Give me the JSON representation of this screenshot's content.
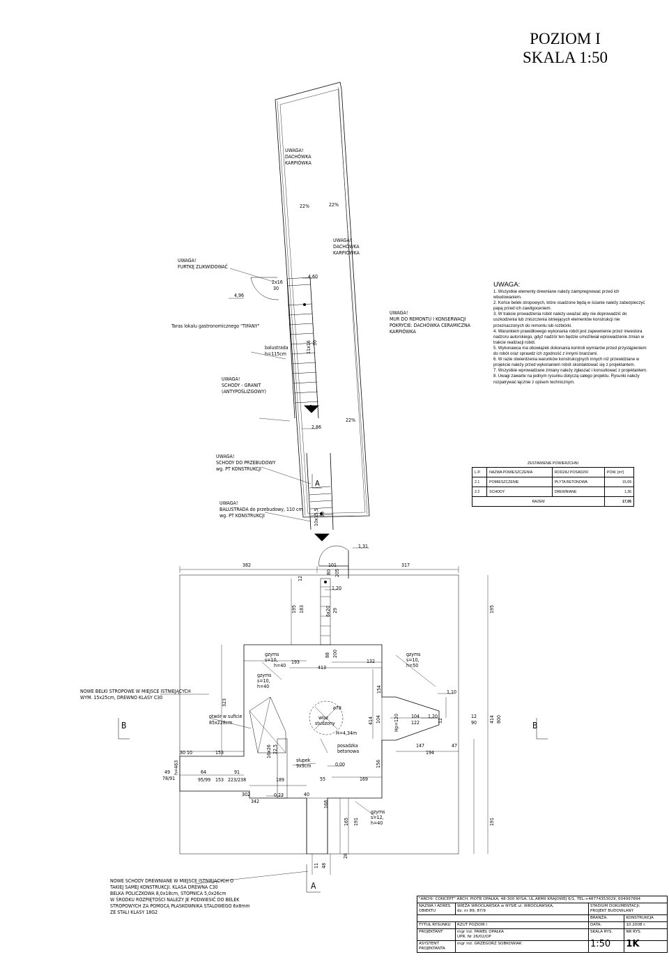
{
  "title": {
    "line1": "POZIOM I",
    "line2": "SKALA 1:50"
  },
  "notes": {
    "heading": "UWAGA:",
    "items": [
      "1. Wszystkie elementy drewniane należy zaimpregnować przed ich wbudowaniem.",
      "2. Końce belek stropowych, które osadzone będą w ścianie należy zabezpieczyć papą przed ich zawilgoceniem.",
      "3. W trakcie prowadzenia robót należy uważać aby nie doprowadzić do uszkodzenia lub zniszczenia istniejących elementów konstrukcji nie przeznaczonych do remontu lub rozbiórki.",
      "4. Warunkiem prawidłowego wykonania robót jest zapewnienie przez inwestora nadzoru autorskiego, gdyż nadzór ten będzie umożliwiał wprowadzenie zmian w trakcie realizacji robót.",
      "5. Wykonawca ma obowiązek dokonania kontroli wymiarów przed przystąpieniem do robót oraz sprawdz ich zgodność z innymi branżami.",
      "6. W razie stwierdzenia warunków konstrukcyjnych innych niż przewidziane w projekcie należy przed wykonaniem robót skontaktować się z projektantem.",
      "7. Wszystkie wprowadzane zmiany należy zgłaszać i konsultować z projektantem.",
      "8. Uwagi zawarte na jednym rysunku dotyczą całego projektu. Rysunki należy rozpatrywać łącznie z opisem technicznym."
    ]
  },
  "areas": {
    "caption": "ZESTAWIENIE POWIERZCHNI",
    "headers": [
      "L.P.",
      "NAZWA POMIESZCZENIA",
      "RODZAJ POSADZKI",
      "POW. [m²]"
    ],
    "rows": [
      [
        "2.1",
        "POMIESZCZENIE",
        "PŁYTA BETONOWA",
        "15,69"
      ],
      [
        "2.2",
        "SCHODY",
        "DREWNIANE",
        "1,36"
      ]
    ],
    "total_label": "RAZEM",
    "total_value": "17,05"
  },
  "labels": {
    "uwaga": "UWAGA!",
    "dach1": "DACHÓWKA",
    "dach2": "KARPIÓWKA",
    "pct22": "22%",
    "furtka": "FURTKĘ ZLIKWIDOWAĆ",
    "lvl496": "4,96",
    "lvl460": "4,60",
    "lvl286": "2,86",
    "lvl131": "1,31",
    "lvl120": "1,20",
    "lvl110": "1,10",
    "lvl120b": "1,20",
    "lvl000": "0,00",
    "lvl023": "0,23",
    "stair_a1": "2x16",
    "stair_a2": "30",
    "stair_b1": "11x16",
    "stair_b2": "30",
    "stair_c1": "10x15,5",
    "stair_c2": "30",
    "stair_d1": "6x20",
    "stair_d2": "29",
    "taras": "Taras lokalu gastronomicznego \"TIFANY\"",
    "balustrada1": "balustrada",
    "balustrada2": "h=115cm",
    "schody_granit1": "SCHODY - GRANIT",
    "schody_granit2": "(ANTYPOŚLIZGOWY)",
    "mur1": "MUR DO REMONTU I KONSERWACJI",
    "mur2": "POKRYCIE: DACHÓWKA CERAMICZNA",
    "mur3": "KARPIÓWKA",
    "przebudowa1": "SCHODY DO PRZEBUDOWY",
    "przebudowa2": "wg. PT KONSTRUKCJI",
    "bal_przeb1": "BALUSTRADA do przebudowy, 110 cm",
    "bal_przeb2": "wg. PT KONSTRUKCJI",
    "belki1": "NOWE BELKI STROPOWE W MIEJSCE ISTNIEJĄCYCH",
    "belki2": "WYM. 15x25cm, DREWNO KLASY C30",
    "schody_note1": "NOWE SCHODY DREWNIANE W MIEJSCE ISTNIEJĄCYCH O",
    "schody_note2": "TAKIEJ SAMEJ KONSTRUKCJI. KLASA DREWNA C30",
    "schody_note3": "BELKA POLICZKOWA 8,0x18cm, STOPNICA 5,0x26cm",
    "schody_note4": "W ŚRODKU ROZPIĘTOŚCI NALEŻY JE PODWIESIĆ DO BELEK",
    "schody_note5": "STROPOWYCH ZA POMOCĄ PŁASKOWNIKA STALOWEGO 6x8mm",
    "schody_note6": "ZE STALI KLASY 18G2",
    "gzyms": "gzyms",
    "gzyms_s10": "s=10,",
    "gzyms_h40": "h=40",
    "gzyms_h50": "h=50",
    "gzyms_s12": "s=12,",
    "otwor1": "otwór w suficie",
    "otwor2": "85x228cm",
    "wlaz1": "właz",
    "wlaz2": "studzony",
    "h434": "H=4,34m",
    "posadzka1": "posadzka",
    "posadzka2": "betonowa",
    "slupek1": "słupek",
    "slupek2": "9x9cm",
    "phi78": "ø78",
    "hp120": "Hp=120",
    "sec_a": "A",
    "sec_b": "B",
    "d382": "382",
    "d101": "101",
    "d317": "317",
    "d12": "12",
    "d80": "80",
    "d205": "205",
    "d195a": "195",
    "d183": "183",
    "d195b": "195",
    "d193": "193",
    "d413": "413",
    "d88": "88",
    "d200": "200",
    "d132": "132",
    "d154": "154",
    "d323": "323",
    "d414a": "414",
    "d104a": "104",
    "d104b": "104",
    "d122": "122",
    "d90": "90",
    "d12b": "12",
    "d414b": "414",
    "d800": "800",
    "d147": "147",
    "d194": "194",
    "d47": "47",
    "d30_10": "30 10",
    "d153a": "153",
    "d49": "49",
    "d78_91": "78/91",
    "d64": "64",
    "d95_99": "95/99",
    "d153b": "153",
    "d91": "91",
    "d223": "223/238",
    "d189": "189",
    "d55": "55",
    "d169": "169",
    "d156": "156",
    "d302": "302",
    "d342": "342",
    "d40": "40",
    "d168": "168",
    "d165": "165",
    "d191a": "191",
    "d191b": "191",
    "d26": "26",
    "d11": "11",
    "d48": "48",
    "d16_26": "16x26",
    "d225": "22,5",
    "d463": "h=463"
  },
  "titleblock": {
    "firm": "\"ARCHI- CONCEPT\" ARCH. PIOTR OPAŁKA; 48-300 NYSA, UL.ARMII KRAJOWEJ 6/1, TEL:+48774353029, 604997894",
    "obiekt_label": "NAZWA I ADRES OBIEKTU",
    "obiekt_value1": "WIEŻA WROCŁAWSKA w NYSIE ul. WROCŁAWSKA,",
    "obiekt_value2": "dz. nr 89, 87/9",
    "stadium_label": "STADIUM DOKUMENTACJI:",
    "stadium_value": "PROJEKT BUDOWLANY",
    "branza_label": "BRANŻA:",
    "branza_value": "KONSTRUKCJA",
    "tytul_label": "TYTUŁ RYSUNKU",
    "tytul_value": "RZUT POZIOM I",
    "data_label": "DATA:",
    "data_value": "10.2008 r.",
    "projektant_label": "PROJEKTANT",
    "projektant_value1": "mgr inż. PAWEŁ OPAŁKA",
    "projektant_value2": "UPR. Nr 26/02/OP",
    "skala_label": "SKALA RYS.",
    "nr_label": "NR RYS.",
    "asystent_label": "ASYSTENT PROJEKTANTA",
    "asystent_value": "mgr inż. GRZEGORZ SOBKOWIAK",
    "skala_value": "1:50",
    "nr_value": "1K"
  }
}
